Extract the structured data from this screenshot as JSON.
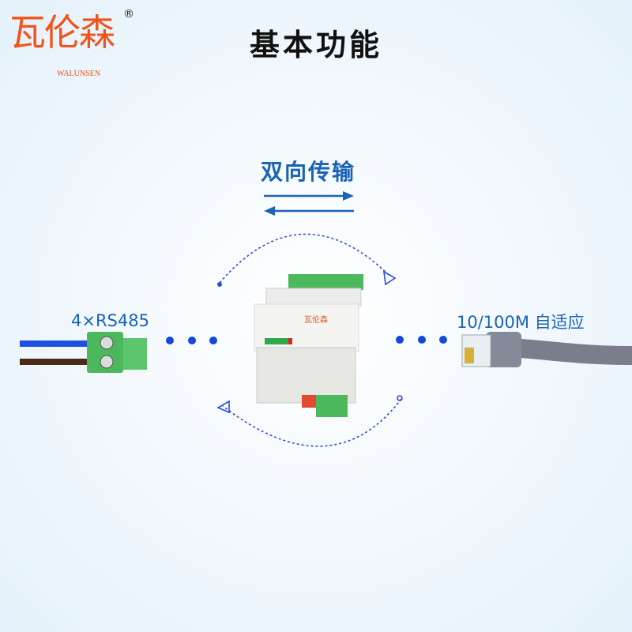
{
  "logo": {
    "name": "瓦伦森",
    "sub": "WALUNSEN",
    "registered": "®"
  },
  "title": "基本功能",
  "bidirectional": "双向传输",
  "left_label": "4×RS485",
  "right_label": "10/100M 自适应",
  "colors": {
    "accent": "#1a63b8",
    "logo": "#f0541c",
    "dots": "#1348d8",
    "terminal": "#4cb85c",
    "cable": "#7a7e8c"
  }
}
